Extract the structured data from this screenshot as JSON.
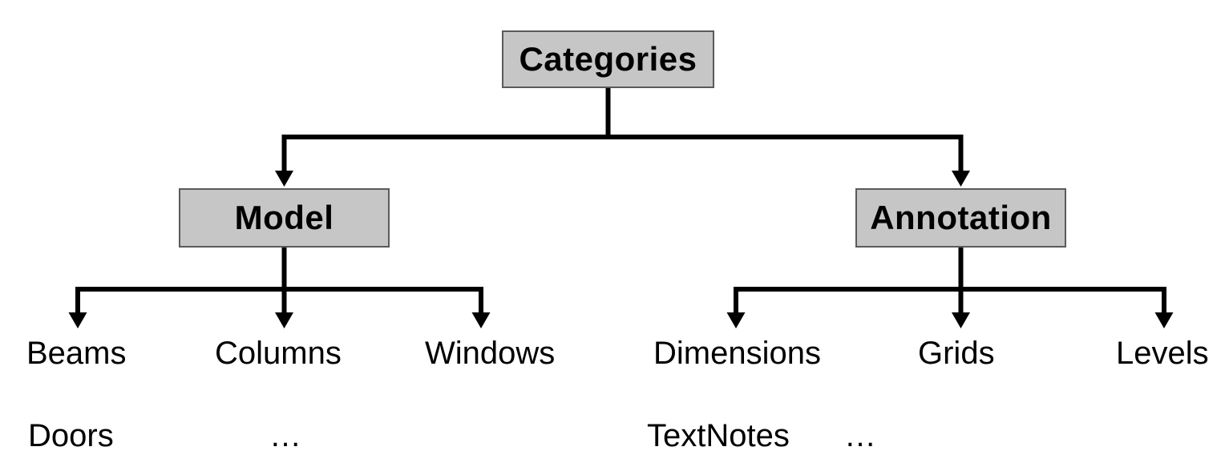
{
  "diagram": {
    "colors": {
      "background": "#ffffff",
      "box_fill": "#c6c6c6",
      "box_border": "#5a5a5a",
      "line": "#000000",
      "text": "#000000"
    },
    "root": {
      "label": "Categories"
    },
    "model": {
      "label": "Model",
      "children": [
        "Beams",
        "Columns",
        "Windows"
      ],
      "extra": [
        "Doors",
        "…"
      ]
    },
    "annotation": {
      "label": "Annotation",
      "children": [
        "Dimensions",
        "Grids",
        "Levels"
      ],
      "extra": [
        "TextNotes",
        "…"
      ]
    }
  }
}
